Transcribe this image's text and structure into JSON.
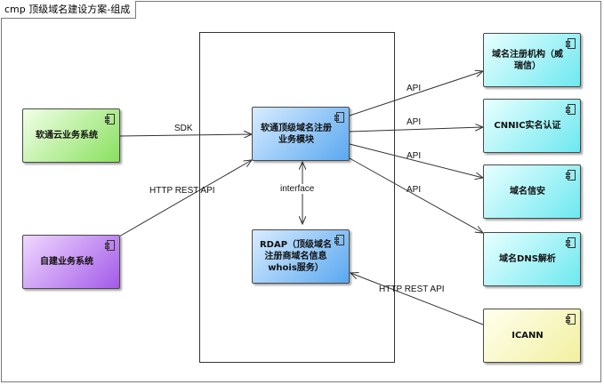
{
  "diagram": {
    "frame_title": "cmp 顶级域名建设方案-组成",
    "components": {
      "kingsoft_cloud": "软通云业务系统",
      "self_built": "自建业务系统",
      "registry_module": "软通顶级域名注册业务模块",
      "rdap": "RDAP（顶级域名注册商域名信息whois服务）",
      "registrar": "域名注册机构（威瑞信）",
      "cnnic": "CNNIC实名认证",
      "domain_trust": "域名信安",
      "dns_resolve": "域名DNS解析",
      "icann": "ICANN"
    },
    "labels": {
      "sdk": "SDK",
      "http_rest_left": "HTTP REST API",
      "interface": "interface",
      "api_1": "API",
      "api_2": "API",
      "api_3": "API",
      "api_4": "API",
      "http_rest_icann": "HTTP REST API"
    }
  }
}
